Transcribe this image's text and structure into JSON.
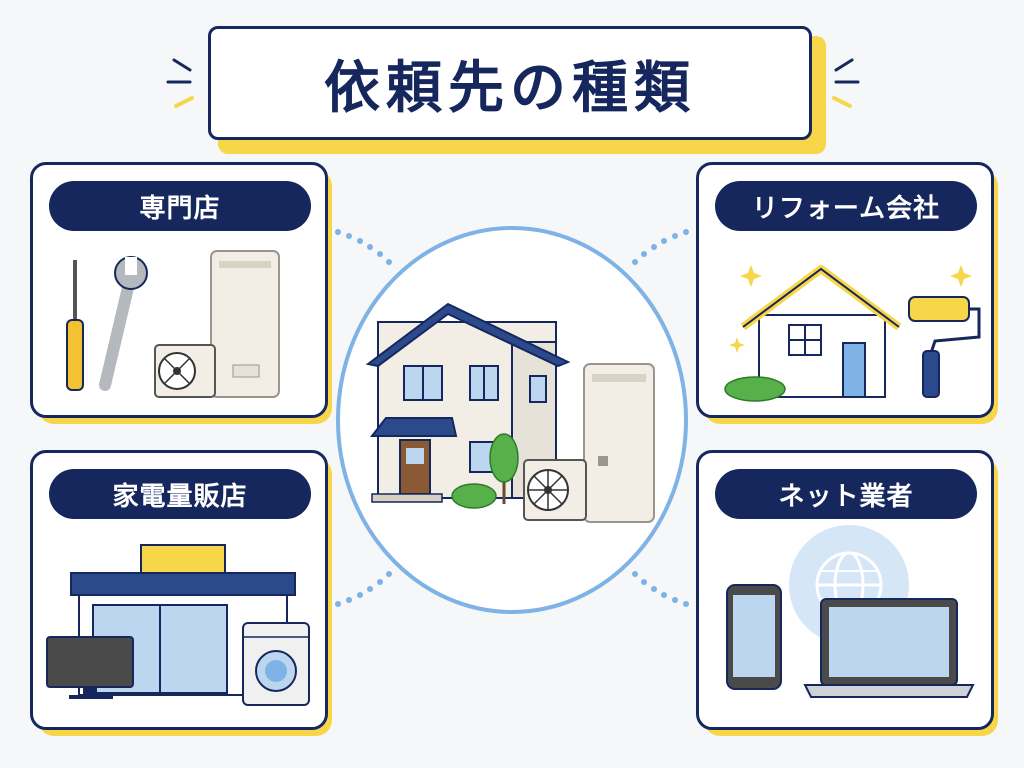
{
  "title": "依頼先の種類",
  "cards": [
    {
      "label": "専門店"
    },
    {
      "label": "家電量販店"
    },
    {
      "label": "リフォーム会社"
    },
    {
      "label": "ネット業者"
    }
  ],
  "colors": {
    "navy": "#16275d",
    "accent_yellow": "#f7d64a",
    "light_blue": "#7fb2e5",
    "background": "#f6f7f9"
  }
}
